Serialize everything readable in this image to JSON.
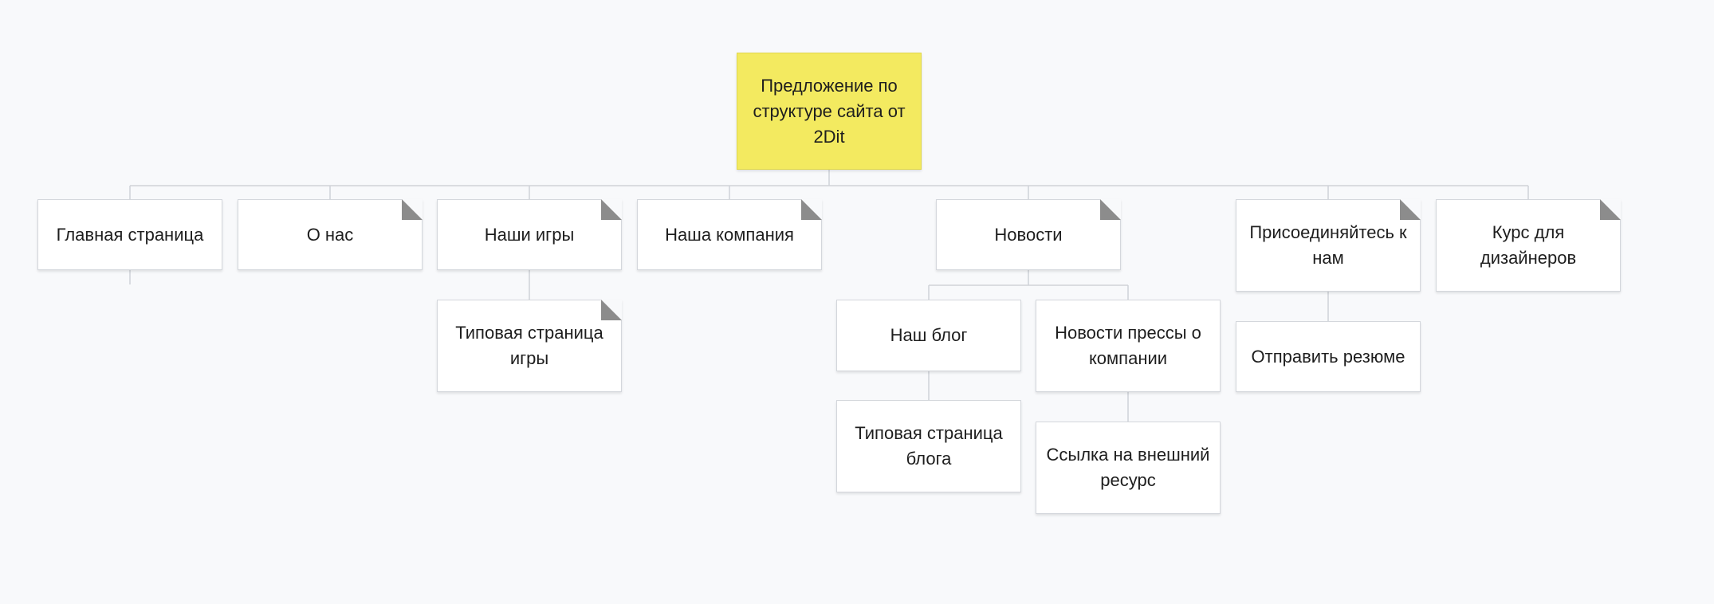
{
  "diagram": {
    "root": {
      "id": "root",
      "label": "Предложение по структуре сайта от 2Dit"
    },
    "nodes": [
      {
        "id": "main",
        "label": "Главная страница",
        "folded": false
      },
      {
        "id": "about",
        "label": "О нас",
        "folded": true
      },
      {
        "id": "games",
        "label": "Наши игры",
        "folded": true
      },
      {
        "id": "game_page",
        "label": "Типовая страница игры",
        "folded": true
      },
      {
        "id": "company",
        "label": "Наша компания",
        "folded": true
      },
      {
        "id": "news",
        "label": "Новости",
        "folded": true
      },
      {
        "id": "blog",
        "label": "Наш блог",
        "folded": false
      },
      {
        "id": "blog_page",
        "label": "Типовая страница блога",
        "folded": false
      },
      {
        "id": "press",
        "label": "Новости прессы о компании",
        "folded": false
      },
      {
        "id": "external",
        "label": "Ссылка на внешний ресурс",
        "folded": false
      },
      {
        "id": "join",
        "label": "Присоединяйтесь к нам",
        "folded": true
      },
      {
        "id": "resume",
        "label": "Отправить резюме",
        "folded": false
      },
      {
        "id": "course",
        "label": "Курс для дизайнеров",
        "folded": true
      }
    ],
    "edges": [
      [
        "root",
        "main"
      ],
      [
        "root",
        "about"
      ],
      [
        "root",
        "games"
      ],
      [
        "root",
        "company"
      ],
      [
        "root",
        "news"
      ],
      [
        "root",
        "join"
      ],
      [
        "root",
        "course"
      ],
      [
        "games",
        "game_page"
      ],
      [
        "news",
        "blog"
      ],
      [
        "news",
        "press"
      ],
      [
        "blog",
        "blog_page"
      ],
      [
        "press",
        "external"
      ],
      [
        "join",
        "resume"
      ]
    ]
  }
}
